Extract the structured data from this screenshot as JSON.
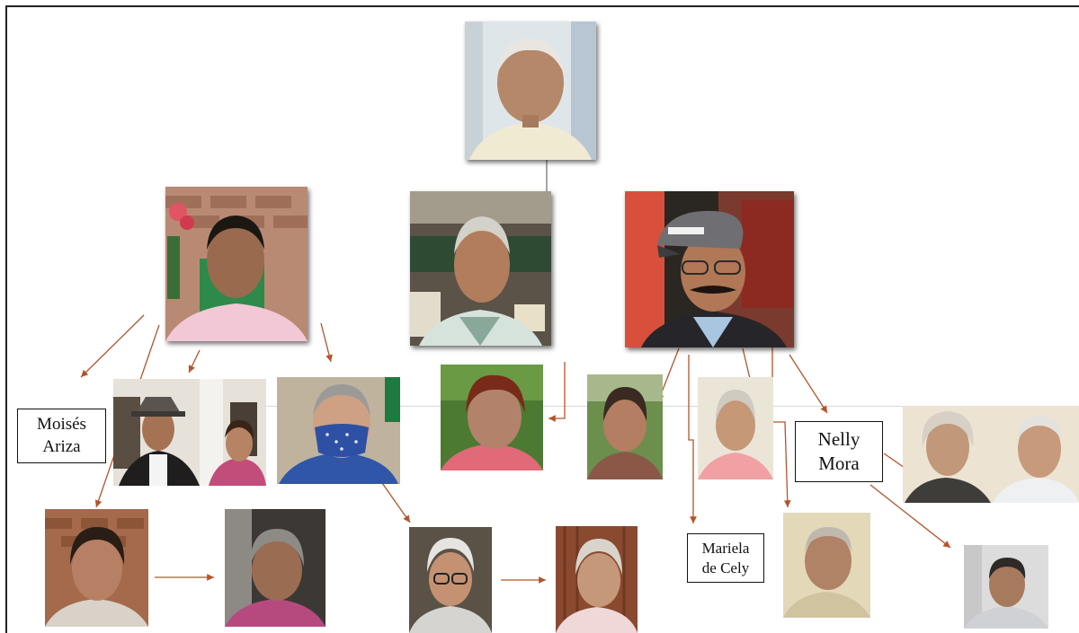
{
  "labels": {
    "moises": [
      "Moisés",
      "Ariza"
    ],
    "nelly": [
      "Nelly",
      "Mora"
    ],
    "mariela": [
      "Mariela",
      "de Cely"
    ]
  },
  "colors": {
    "arrow": "#b5532a",
    "connector": "#6b6b6b",
    "frame": "#222222"
  }
}
